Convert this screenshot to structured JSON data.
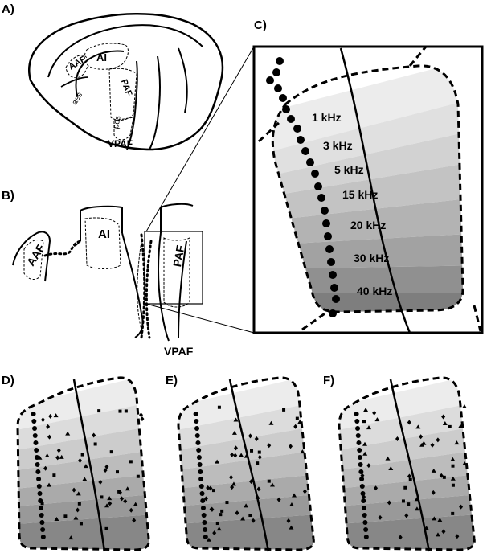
{
  "panels": {
    "a": {
      "label": "A)"
    },
    "b": {
      "label": "B)"
    },
    "c": {
      "label": "C)"
    },
    "d": {
      "label": "D)"
    },
    "e": {
      "label": "E)"
    },
    "f": {
      "label": "F)"
    }
  },
  "brain_labels": {
    "aaf": "AAF",
    "ai": "AI",
    "paf": "PAF",
    "aes": "aes",
    "pes": "pes",
    "vpaf": "VPAF"
  },
  "section_labels": {
    "aaf": "AAF",
    "ai": "AI",
    "paf": "PAF",
    "vpaf": "VPAF"
  },
  "frequency_labels": [
    "1 kHz",
    "3 kHz",
    "5 kHz",
    "15 kHz",
    "20 kHz",
    "30 kHz",
    "40 kHz"
  ],
  "colors": {
    "band_light": "#ececec",
    "band_dark": "#6e6e6e",
    "ink": "#000000"
  }
}
